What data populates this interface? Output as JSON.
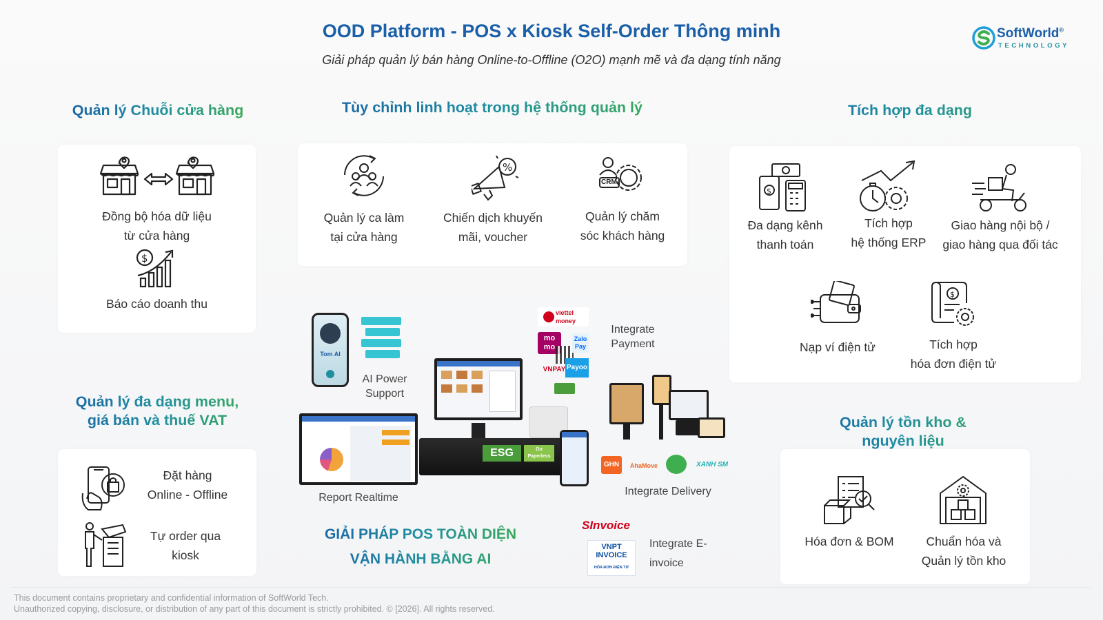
{
  "header": {
    "title": "OOD Platform -  POS x Kiosk Self-Order Thông minh",
    "subtitle": "Giải pháp quản lý bán hàng Online-to-Offline (O2O) mạnh mẽ và đa dạng tính năng",
    "logo_name": "SoftWorld",
    "logo_mark": "®",
    "logo_tagline": "TECHNOLOGY"
  },
  "chain": {
    "heading": "Quản lý Chuỗi cửa hàng",
    "sync_label_1": "Đồng bộ hóa dữ liệu",
    "sync_label_2": "từ cửa hàng",
    "revenue_label": "Báo cáo doanh thu"
  },
  "custom": {
    "heading": "Tùy chỉnh linh hoạt trong hệ thống quản lý",
    "shift_1": "Quản lý ca làm",
    "shift_2": "tại cửa hàng",
    "promo_1": "Chiến dịch khuyến",
    "promo_2": "mãi, voucher",
    "care_1": "Quản lý chăm",
    "care_2": "sóc khách hàng",
    "crm_text": "CRM"
  },
  "integration": {
    "heading": "Tích hợp đa dạng",
    "payment_1": "Đa dạng kênh",
    "payment_2": "thanh toán",
    "erp_1": "Tích hợp",
    "erp_2": "hệ thống ERP",
    "delivery_1": "Giao hàng nội bộ /",
    "delivery_2": "giao hàng qua đối tác",
    "wallet": "Nạp ví điện tử",
    "einvoice_1": "Tích hợp",
    "einvoice_2": "hóa đơn điện tử"
  },
  "menu": {
    "heading_1": "Quản lý đa dạng menu,",
    "heading_2": "giá bán và thuế VAT",
    "order_1": "Đặt hàng",
    "order_2": "Online - Offline",
    "kiosk_1": "Tự order qua",
    "kiosk_2": "kiosk"
  },
  "center": {
    "ai_1": "AI Power",
    "ai_2": "Support",
    "tom_ai": "Tom AI",
    "report": "Report Realtime",
    "pay_1": "Integrate",
    "pay_2": "Payment",
    "delivery": "Integrate Delivery",
    "einv_1": "Integrate E-",
    "einv_2": "invoice",
    "solution_1": "GIẢI PHÁP POS TOÀN DIỆN",
    "solution_2": "VẬN HÀNH BẰNG AI",
    "brands": {
      "viettel": "viettel money",
      "momo": "mo mo",
      "zalo": "Zalo Pay",
      "vnpay": "VNPAY",
      "payoo": "Payoo",
      "ghn": "GHN",
      "ahamove": "AhaMove",
      "xanhsm": "XANH SM",
      "sinvoice": "SInvoice",
      "vnpt_1": "VNPT",
      "vnpt_2": "INVOICE",
      "vnpt_3": "HÓA ĐƠN ĐIỆN TỬ",
      "esg": "ESG",
      "golive": "Go Paperless"
    }
  },
  "inventory": {
    "heading_1": "Quản lý tồn kho &",
    "heading_2": "nguyên liệu",
    "bom": "Hóa đơn & BOM",
    "stock_1": "Chuẩn hóa và",
    "stock_2": "Quản lý tồn kho"
  },
  "footer": {
    "line_1": "This document contains proprietary and confidential information of SoftWorld Tech.",
    "line_2": "Unauthorized copying, disclosure, or distribution of any part of this document is strictly prohibited. © [2026]. All rights reserved."
  },
  "colors": {
    "primary": "#1a5fa8",
    "teal": "#1f8fa0",
    "green": "#3fae4e",
    "text": "#333333"
  }
}
